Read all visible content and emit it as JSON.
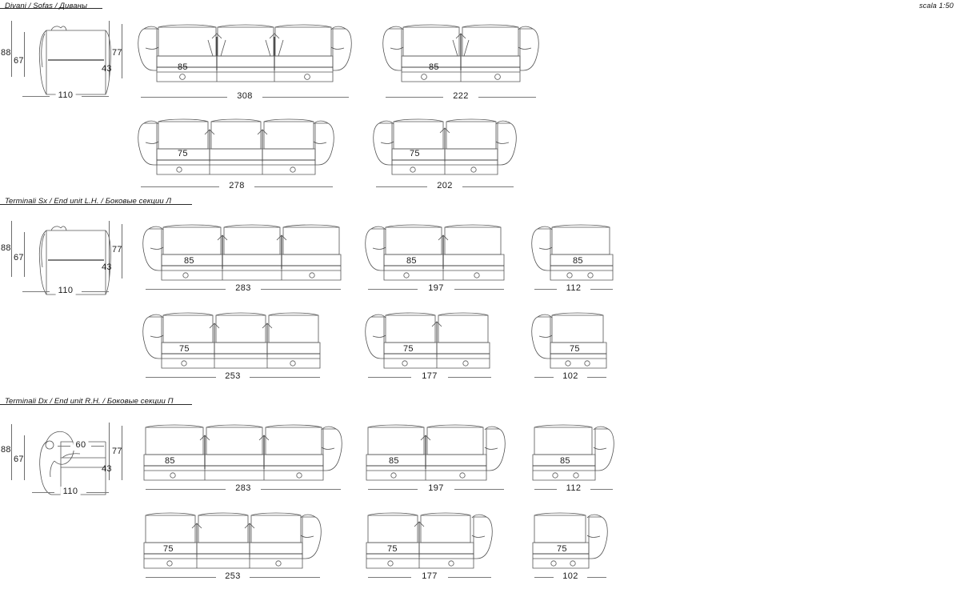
{
  "document": {
    "scale_label": "scala 1:50"
  },
  "sections": [
    {
      "id": "divani",
      "title": "Divani / Sofas / Диваны",
      "profile": {
        "dims": {
          "overall_height": "88",
          "back_height": "67",
          "arm_height": "77",
          "seat_height": "43",
          "depth": "110"
        }
      },
      "rows": [
        {
          "seat_depth": "85",
          "items": [
            {
              "width": "308",
              "seats": 3,
              "arms": "both",
              "seat_depth": "85"
            },
            {
              "width": "222",
              "seats": 2,
              "arms": "both",
              "seat_depth": "85"
            }
          ]
        },
        {
          "seat_depth": "75",
          "items": [
            {
              "width": "278",
              "seats": 3,
              "arms": "both",
              "seat_depth": "75"
            },
            {
              "width": "202",
              "seats": 2,
              "arms": "both",
              "seat_depth": "75"
            }
          ]
        }
      ]
    },
    {
      "id": "terminali-sx",
      "title": "Terminali Sx / End unit L.H. / Боковые секции Л",
      "profile": {
        "dims": {
          "overall_height": "88",
          "back_height": "67",
          "arm_height": "77",
          "seat_height": "43",
          "depth": "110"
        }
      },
      "rows": [
        {
          "seat_depth": "85",
          "items": [
            {
              "width": "283",
              "seats": 3,
              "arms": "left",
              "seat_depth": "85"
            },
            {
              "width": "197",
              "seats": 2,
              "arms": "left",
              "seat_depth": "85"
            },
            {
              "width": "112",
              "seats": 1,
              "arms": "left",
              "seat_depth": "85"
            }
          ]
        },
        {
          "seat_depth": "75",
          "items": [
            {
              "width": "253",
              "seats": 3,
              "arms": "left",
              "seat_depth": "75"
            },
            {
              "width": "177",
              "seats": 2,
              "arms": "left",
              "seat_depth": "75"
            },
            {
              "width": "102",
              "seats": 1,
              "arms": "left",
              "seat_depth": "75"
            }
          ]
        }
      ]
    },
    {
      "id": "terminali-dx",
      "title": "Terminali Dx / End unit R.H. / Боковые секции П",
      "profile": {
        "dims": {
          "overall_height": "88",
          "back_height": "67",
          "arm_height": "77",
          "seat_height": "43",
          "depth": "110",
          "arm_width": "60"
        }
      },
      "rows": [
        {
          "seat_depth": "85",
          "items": [
            {
              "width": "283",
              "seats": 3,
              "arms": "right",
              "seat_depth": "85"
            },
            {
              "width": "197",
              "seats": 2,
              "arms": "right",
              "seat_depth": "85"
            },
            {
              "width": "112",
              "seats": 1,
              "arms": "right",
              "seat_depth": "85"
            }
          ]
        },
        {
          "seat_depth": "75",
          "items": [
            {
              "width": "253",
              "seats": 3,
              "arms": "right",
              "seat_depth": "75"
            },
            {
              "width": "177",
              "seats": 2,
              "arms": "right",
              "seat_depth": "75"
            },
            {
              "width": "102",
              "seats": 1,
              "arms": "right",
              "seat_depth": "75"
            }
          ]
        }
      ]
    }
  ],
  "colors": {
    "line": "#555555",
    "line_dark": "#222222",
    "text": "#1a1a1a",
    "background": "#ffffff"
  }
}
